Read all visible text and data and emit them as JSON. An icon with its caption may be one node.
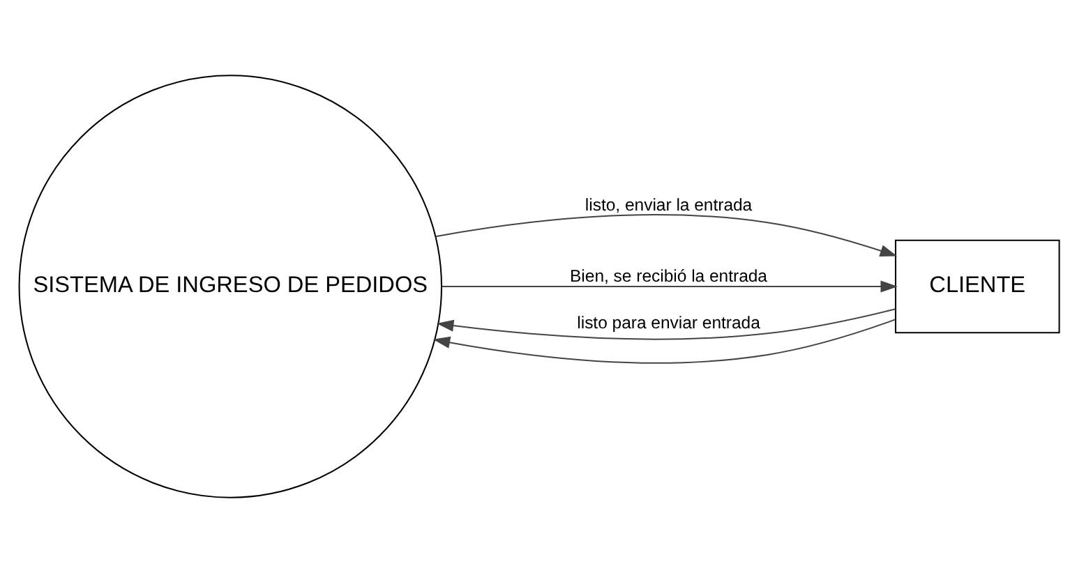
{
  "diagram": {
    "nodes": [
      {
        "text": [
          "CLIENTE"
        ]
      },
      {
        "text": [
          "SISTEMA DE INGRESO DE PEDIDOS"
        ]
      }
    ],
    "edges": [
      {
        "from": 0,
        "to": 1,
        "label": "listo para enviar entrada",
        "arrow": "to"
      },
      {
        "from": 1,
        "to": 0,
        "label": "listo, enviar la entrada",
        "arrow": "to"
      },
      {
        "from": 0,
        "to": 1,
        "arrow": "to"
      },
      {
        "from": 1,
        "to": 0,
        "label": "Bien, se recibió la entrada",
        "arrow": "to"
      }
    ]
  }
}
